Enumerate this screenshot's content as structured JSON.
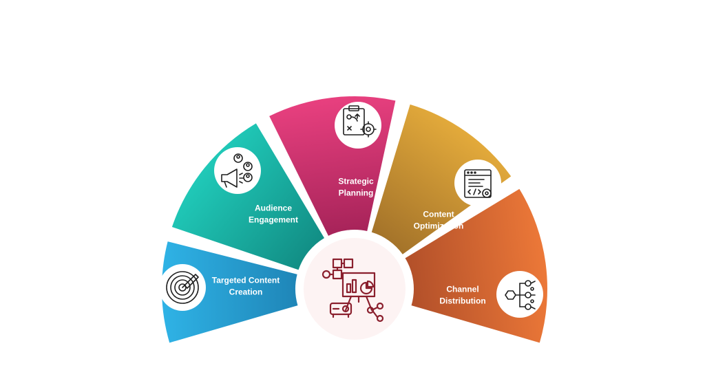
{
  "diagram": {
    "segments": [
      {
        "id": "targeted",
        "lines": [
          "Targeted Content",
          "Creation"
        ],
        "color_outer": "#2fb3e6",
        "color_inner": "#1f86b8",
        "icon": "target-pen-icon"
      },
      {
        "id": "audience",
        "lines": [
          "Audience",
          "Engagement"
        ],
        "color_outer": "#20c9b8",
        "color_inner": "#128f86",
        "icon": "megaphone-people-icon"
      },
      {
        "id": "strategic",
        "lines": [
          "Strategic",
          "Planning"
        ],
        "color_outer": "#e8407f",
        "color_inner": "#a8245a",
        "icon": "clipboard-gear-icon"
      },
      {
        "id": "content",
        "lines": [
          "Content",
          "Optimization"
        ],
        "color_outer": "#e3aa3b",
        "color_inner": "#a5742a",
        "icon": "code-window-gear-icon"
      },
      {
        "id": "channel",
        "lines": [
          "Channel",
          "Distribution"
        ],
        "color_outer": "#ec7838",
        "color_inner": "#b4512a",
        "icon": "network-nodes-icon"
      }
    ],
    "center_icon": "presentation-board-icon",
    "center_color": "#8a1f2d",
    "center_bg": "#fbeeee"
  }
}
